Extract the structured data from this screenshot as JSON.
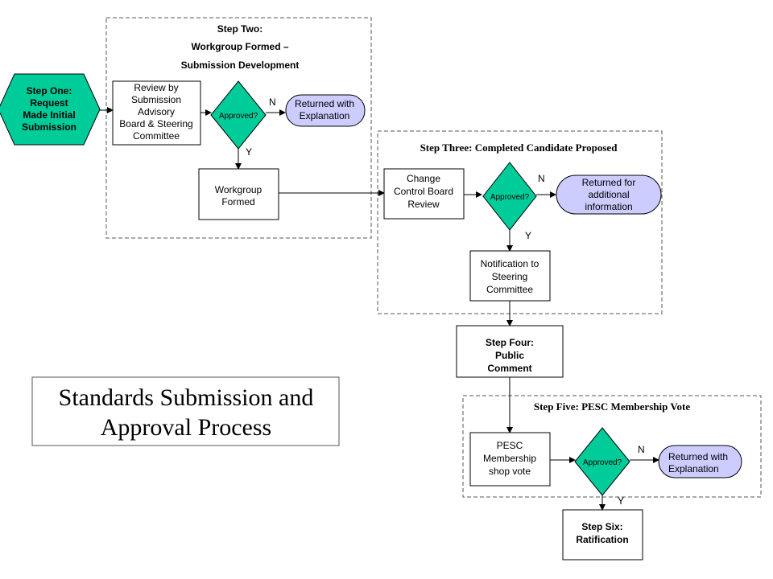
{
  "diagram": {
    "title": [
      "Standards Submission and",
      "Approval Process"
    ],
    "step_one": [
      "Step One:",
      "Request",
      "Made Initial",
      "Submission"
    ],
    "step_two_heading": [
      "Step Two:",
      "Workgroup Formed –",
      "Submission Development"
    ],
    "review_box": [
      "Review by",
      "Submission",
      "Advisory",
      "Board & Steering",
      "Committee"
    ],
    "decision_label": "Approved?",
    "yes_label": "Y",
    "no_label": "N",
    "returned_explanation": [
      "Returned with",
      "Explanation"
    ],
    "workgroup_box": [
      "Workgroup",
      "Formed"
    ],
    "step_three_heading": "Step Three:  Completed Candidate Proposed",
    "change_control_box": [
      "Change",
      "Control Board",
      "Review"
    ],
    "returned_additional": [
      "Returned for",
      "additional",
      "information"
    ],
    "notification_box": [
      "Notification to",
      "Steering",
      "Committee"
    ],
    "step_four": [
      "Step Four:",
      "Public",
      "Comment"
    ],
    "step_five_heading": "Step Five:  PESC Membership Vote",
    "pesc_vote_box": [
      "PESC",
      "Membership",
      "shop vote"
    ],
    "returned_explanation_2": [
      "Returned with",
      "Explanation"
    ],
    "step_six": [
      "Step Six:",
      "Ratification"
    ],
    "colors": {
      "teal": "#00CC99",
      "lavender": "#CCCCFF",
      "line": "#000000"
    }
  }
}
